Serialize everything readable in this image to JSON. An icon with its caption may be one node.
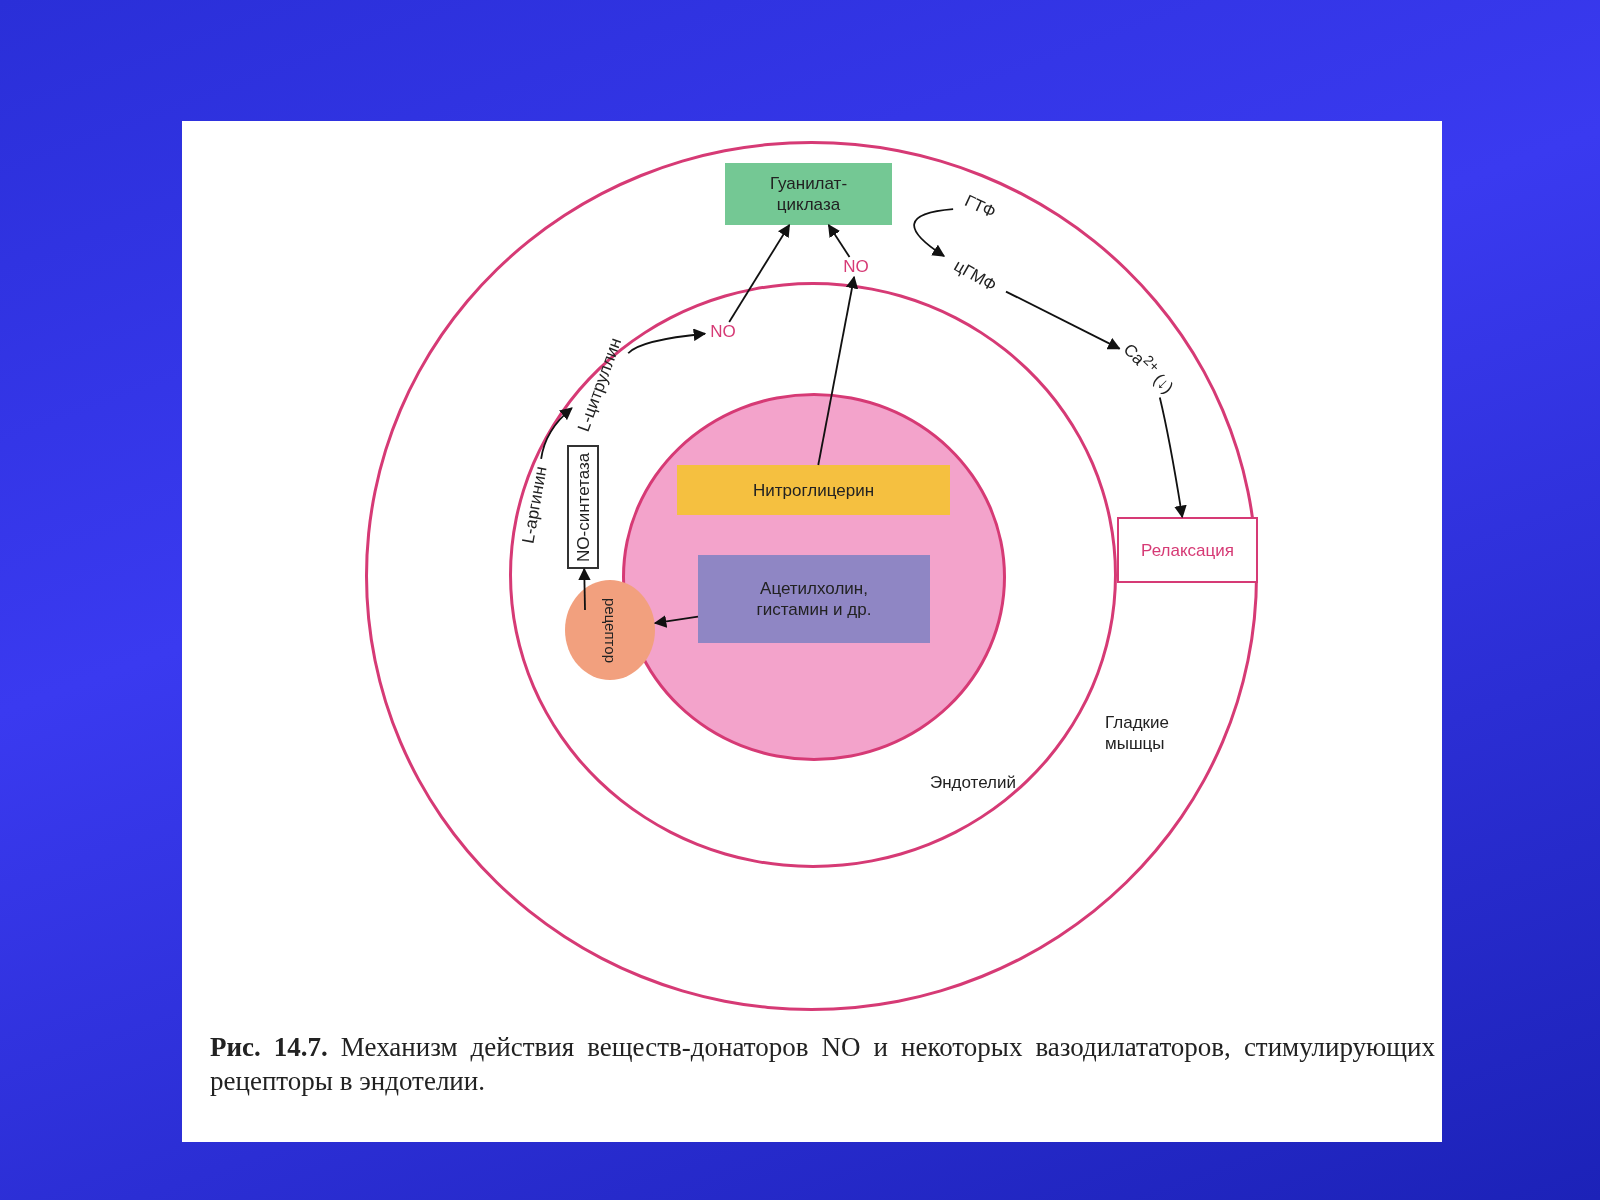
{
  "diagram": {
    "caption": "**Рис. 14.7.** Механизм действия веществ-донаторов NO и некоторых вазодилататоров, стимулирующих рецепторы в эндотелии.",
    "nodes": [
      {
        "text": [
          "Гладкие мышцы"
        ]
      },
      {
        "text": [
          "Эндотелий"
        ],
        "in": 0
      },
      {
        "text": [],
        "shape": "circle",
        "in": 1
      },
      {
        "text": [
          "Нитроглицерин"
        ],
        "in": 2
      },
      {
        "text": [
          "Ацетилхолин, гистамин и др."
        ],
        "in": 2
      },
      {
        "text": [
          "рецептор"
        ],
        "in": 1
      },
      {
        "text": [
          "NO-синтетаза"
        ],
        "in": 1
      },
      {
        "text": [
          "L-аргинин"
        ],
        "in": 1
      },
      {
        "text": [
          "L-цитруллин"
        ],
        "in": 1
      },
      {
        "text": [
          "NO"
        ],
        "in": 1
      },
      {
        "text": [
          "NO"
        ],
        "in": 0
      },
      {
        "text": [
          "Гуанилат-циклаза"
        ],
        "in": 0
      },
      {
        "text": [
          "ГТФ"
        ],
        "in": 0
      },
      {
        "text": [
          "цГМФ"
        ],
        "in": 0
      },
      {
        "text": [
          "Ca$^{2+}$ (↓)"
        ],
        "in": 0
      },
      {
        "text": [
          "Релаксация"
        ],
        "in": 0
      }
    ],
    "edges": [
      {
        "from": 4,
        "to": 5,
        "arrow": "to"
      },
      {
        "from": 5,
        "to": 6,
        "arrow": "to"
      },
      {
        "from": 7,
        "to": 8,
        "arrow": "to"
      },
      {
        "from": 8,
        "to": 9,
        "arrow": "to"
      },
      {
        "from": 9,
        "to": 11,
        "arrow": "to"
      },
      {
        "from": 3,
        "to": 10,
        "arrow": "to"
      },
      {
        "from": 10,
        "to": 11,
        "arrow": "to"
      },
      {
        "from": 12,
        "to": 13,
        "arrow": "to"
      },
      {
        "from": 13,
        "to": 14,
        "arrow": "to"
      },
      {
        "from": 14,
        "to": 15,
        "arrow": "to"
      }
    ]
  }
}
